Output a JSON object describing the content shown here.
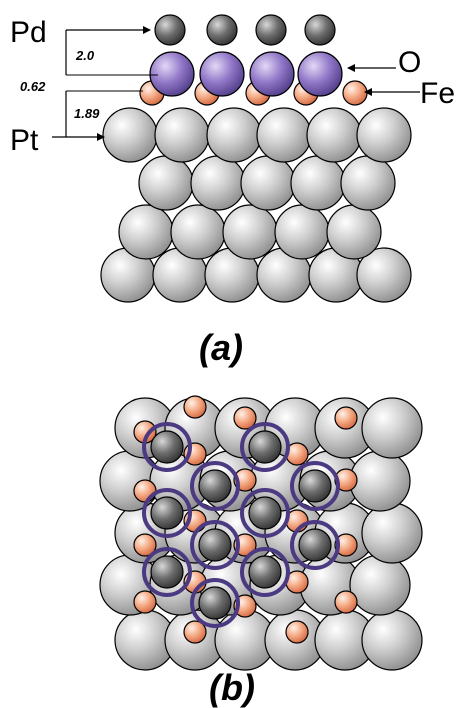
{
  "panel_a": {
    "caption": "(a)",
    "labels": {
      "pd": "Pd",
      "pt": "Pt",
      "o": "O",
      "fe": "Fe"
    },
    "distances": {
      "pd_o": "2.0",
      "o_fe": "0.62",
      "fe_pt": "1.89"
    }
  },
  "panel_b": {
    "caption": "(b)"
  },
  "colors": {
    "pt_atom": "#c8c8c8",
    "pd_atom": "#6e6e6e",
    "o_atom": "#8a6cc0",
    "fe_atom": "#f0a078",
    "o_ring": "#4b3a82",
    "outline": "#000000"
  }
}
